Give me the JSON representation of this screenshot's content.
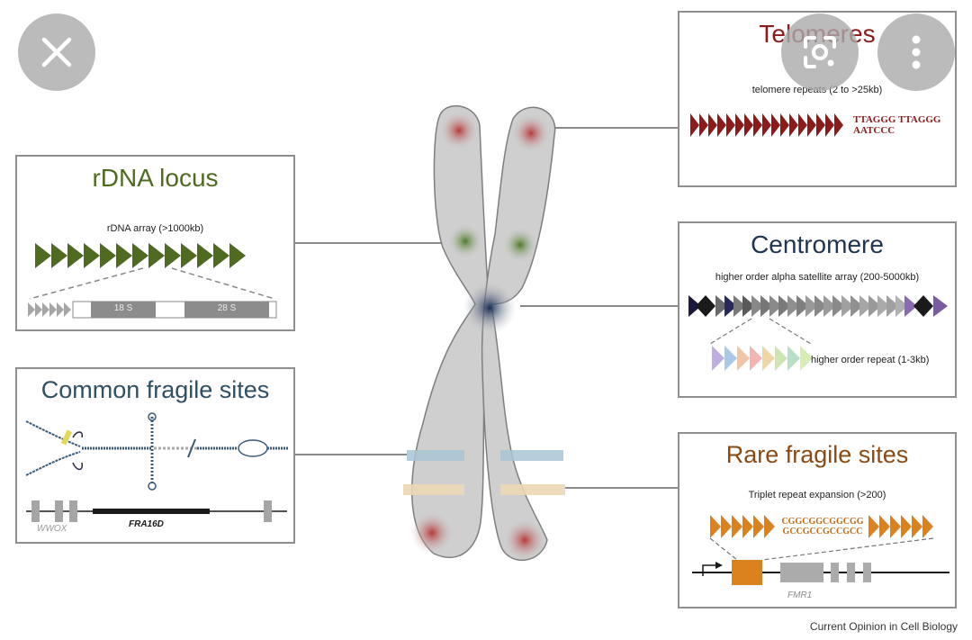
{
  "panels": {
    "telomeres": {
      "title": "Telomeres",
      "subtitle": "telomere repeats (2 to >25kb)",
      "seq1": "TTAGGG TTAGGG",
      "seq2": "AATCCC"
    },
    "rdna": {
      "title": "rDNA locus",
      "subtitle": "rDNA array (>1000kb)",
      "seg1": "18 S",
      "seg2": "28 S"
    },
    "centromere": {
      "title": "Centromere",
      "subtitle": "higher order alpha satellite array (200-5000kb)",
      "hor": "higher order repeat (1-3kb)"
    },
    "cfs": {
      "title": "Common fragile sites",
      "gene": "WWOX",
      "site": "FRA16D"
    },
    "rfs": {
      "title": "Rare fragile sites",
      "subtitle": "Triplet repeat expansion (>200)",
      "seq1": "CGGCGGCGGCGG",
      "seq2": "GCCGCCGCCGCC",
      "gene": "FMR1"
    }
  },
  "credit": "Current Opinion in Cell Biology",
  "colors": {
    "telomere": "#8b1a1a",
    "rdna": "#4f6b22",
    "centromere": "#1f3550",
    "cfs": "#2f4f63",
    "rfs": "#c06a12",
    "chromosome": "#cfcfcf"
  },
  "icons": {
    "close": "close-icon",
    "lens": "lens-icon",
    "more": "more-vertical-icon"
  }
}
